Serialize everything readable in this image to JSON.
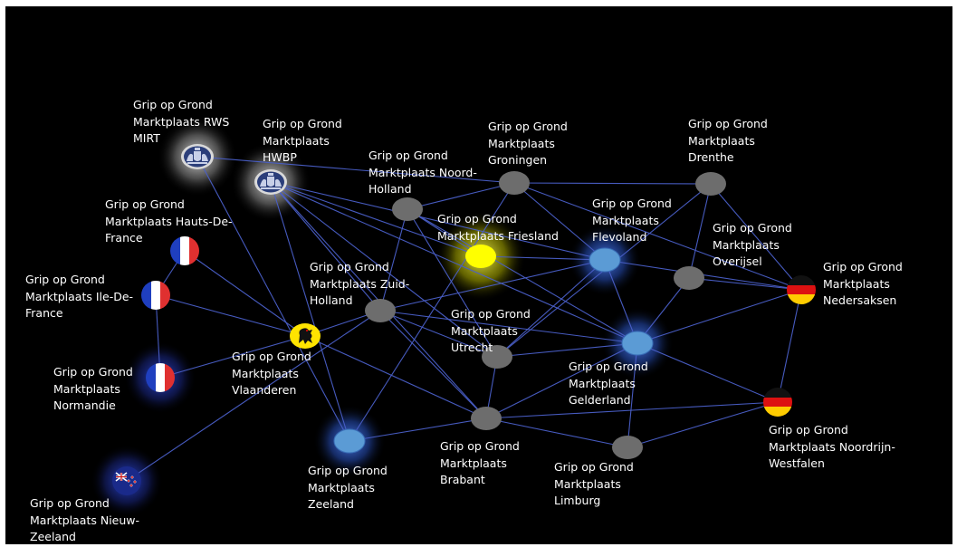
{
  "nodes": [
    {
      "id": "rws",
      "kind": "rijkswapen",
      "glow": "#e6e6e6",
      "label": [
        "Grip op Grond",
        "Marktplaats RWS",
        "MIRT"
      ]
    },
    {
      "id": "hwbp",
      "kind": "rijkswapen",
      "glow": "#e6e6e6",
      "label": [
        "Grip op Grond",
        "Marktplaats",
        "HWBP"
      ]
    },
    {
      "id": "noordholland",
      "kind": "grey",
      "label": [
        "Grip op Grond",
        "Marktplaats Noord-",
        "Holland"
      ]
    },
    {
      "id": "groningen",
      "kind": "grey",
      "label": [
        "Grip op Grond",
        "Marktplaats",
        "Groningen"
      ]
    },
    {
      "id": "drenthe",
      "kind": "grey",
      "label": [
        "Grip op Grond",
        "Marktplaats",
        "Drenthe"
      ]
    },
    {
      "id": "friesland",
      "kind": "yellow",
      "glow": "#ffff33",
      "label": [
        "Grip op Grond",
        "Marktplaats Friesland"
      ]
    },
    {
      "id": "flevoland",
      "kind": "blue",
      "glow": "#4d88ff",
      "label": [
        "Grip op Grond",
        "Marktplaats",
        "Flevoland"
      ]
    },
    {
      "id": "overijsel",
      "kind": "grey",
      "label": [
        "Grip op Grond",
        "Marktplaats",
        "Overijsel"
      ]
    },
    {
      "id": "nedersaksen",
      "kind": "flag-de",
      "label": [
        "Grip op Grond",
        "Marktplaats",
        "Nedersaksen"
      ]
    },
    {
      "id": "hautsdefrance",
      "kind": "flag-fr",
      "label": [
        "Grip op Grond",
        "Marktplaats Hauts-De-",
        "France"
      ]
    },
    {
      "id": "iledefrance",
      "kind": "flag-fr",
      "label": [
        "Grip op Grond",
        "Marktplaats Ile-De-",
        "France"
      ]
    },
    {
      "id": "zuidholland",
      "kind": "grey",
      "label": [
        "Grip op Grond",
        "Marktplaats Zuid-",
        "Holland"
      ]
    },
    {
      "id": "vlaanderen",
      "kind": "vlaanderen",
      "label": [
        "Grip op Grond",
        "Marktplaats",
        "Vlaanderen"
      ]
    },
    {
      "id": "utrecht",
      "kind": "grey",
      "label": [
        "Grip op Grond",
        "Marktplaats",
        "Utrecht"
      ]
    },
    {
      "id": "gelderland",
      "kind": "blue",
      "glow": "#4d88ff",
      "label": [
        "Grip op Grond",
        "Marktplaats",
        "Gelderland"
      ]
    },
    {
      "id": "normandie",
      "kind": "flag-fr",
      "glow": "#3366ff",
      "label": [
        "Grip op Grond",
        "Marktplaats",
        "Normandie"
      ]
    },
    {
      "id": "noordrijnwestfalen",
      "kind": "flag-de",
      "label": [
        "Grip op Grond",
        "Marktplaats Noordrijn-",
        "Westfalen"
      ]
    },
    {
      "id": "brabant",
      "kind": "grey",
      "label": [
        "Grip op Grond",
        "Marktplaats",
        "Brabant"
      ]
    },
    {
      "id": "zeeland",
      "kind": "blue",
      "glow": "#4d88ff",
      "label": [
        "Grip op Grond",
        "Marktplaats",
        "Zeeland"
      ]
    },
    {
      "id": "limburg",
      "kind": "grey",
      "label": [
        "Grip op Grond",
        "Marktplaats",
        "Limburg"
      ]
    },
    {
      "id": "nieuwzeeland",
      "kind": "flag-nz",
      "glow": "#3355ff",
      "label": [
        "Grip op Grond",
        "Marktplaats Nieuw-",
        "Zeeland"
      ]
    }
  ],
  "edges": [
    [
      "rws",
      "zeeland"
    ],
    [
      "rws",
      "groningen"
    ],
    [
      "hwbp",
      "zeeland"
    ],
    [
      "hwbp",
      "zuidholland"
    ],
    [
      "hwbp",
      "friesland"
    ],
    [
      "hwbp",
      "flevoland"
    ],
    [
      "hwbp",
      "gelderland"
    ],
    [
      "hwbp",
      "brabant"
    ],
    [
      "hwbp",
      "utrecht"
    ],
    [
      "hautsdefrance",
      "iledefrance"
    ],
    [
      "hautsdefrance",
      "vlaanderen"
    ],
    [
      "iledefrance",
      "normandie"
    ],
    [
      "iledefrance",
      "vlaanderen"
    ],
    [
      "normandie",
      "vlaanderen"
    ],
    [
      "vlaanderen",
      "zuidholland"
    ],
    [
      "vlaanderen",
      "brabant"
    ],
    [
      "nieuwzeeland",
      "zuidholland"
    ],
    [
      "noordholland",
      "groningen"
    ],
    [
      "noordholland",
      "zuidholland"
    ],
    [
      "noordholland",
      "gelderland"
    ],
    [
      "noordholland",
      "utrecht"
    ],
    [
      "groningen",
      "drenthe"
    ],
    [
      "groningen",
      "nedersaksen"
    ],
    [
      "groningen",
      "zeeland"
    ],
    [
      "groningen",
      "flevoland"
    ],
    [
      "drenthe",
      "nedersaksen"
    ],
    [
      "drenthe",
      "overijsel"
    ],
    [
      "drenthe",
      "utrecht"
    ],
    [
      "friesland",
      "flevoland"
    ],
    [
      "friesland",
      "noordholland"
    ],
    [
      "flevoland",
      "nedersaksen"
    ],
    [
      "flevoland",
      "gelderland"
    ],
    [
      "flevoland",
      "zuidholland"
    ],
    [
      "flevoland",
      "utrecht"
    ],
    [
      "overijsel",
      "gelderland"
    ],
    [
      "overijsel",
      "nedersaksen"
    ],
    [
      "nedersaksen",
      "noordrijnwestfalen"
    ],
    [
      "nedersaksen",
      "gelderland"
    ],
    [
      "zuidholland",
      "utrecht"
    ],
    [
      "zuidholland",
      "brabant"
    ],
    [
      "zuidholland",
      "gelderland"
    ],
    [
      "gelderland",
      "noordrijnwestfalen"
    ],
    [
      "gelderland",
      "brabant"
    ],
    [
      "gelderland",
      "limburg"
    ],
    [
      "gelderland",
      "utrecht"
    ],
    [
      "brabant",
      "limburg"
    ],
    [
      "brabant",
      "zeeland"
    ],
    [
      "brabant",
      "utrecht"
    ],
    [
      "brabant",
      "noordrijnwestfalen"
    ],
    [
      "limburg",
      "noordrijnwestfalen"
    ]
  ],
  "colors": {
    "background": "#000000",
    "edge": "#4a5fc8",
    "grey_node": "#6d6d6d",
    "blue_node": "#5b9bd5",
    "yellow_node": "#ffff00",
    "label": "#ffffff"
  }
}
